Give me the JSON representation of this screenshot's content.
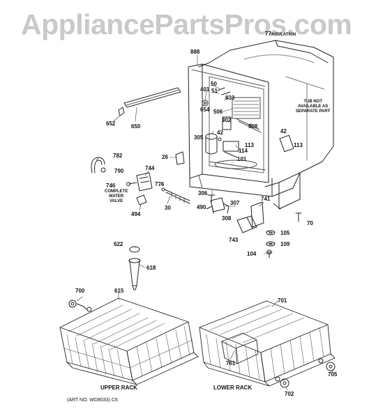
{
  "watermark": "AppliancePartsPros.com",
  "notes": {
    "insulation": "INSULATION",
    "tub": "TUB NOT\nAVAILABLE AS\nSEPARATE PART",
    "valve": "COMPLETE\nWATER\nVALVE"
  },
  "callouts": {
    "c888": "888",
    "c50": "50",
    "c51": "51",
    "c401": "401",
    "c833": "833",
    "c654": "654",
    "c506": "506",
    "c302": "302",
    "c508": "508",
    "c42a": "42",
    "c305": "305",
    "c42b": "42",
    "c113a": "113",
    "c113b": "113",
    "c114": "114",
    "c101": "101",
    "c26": "26",
    "c652": "652",
    "c650": "650",
    "c782": "782",
    "c790": "790",
    "c744": "744",
    "c746": "746",
    "c776": "776",
    "c494": "494",
    "c30": "30",
    "c306": "306",
    "c741": "741",
    "c307": "307",
    "c490": "490",
    "c308": "308",
    "c70": "70",
    "c743": "743",
    "c105": "105",
    "c109": "109",
    "c104": "104",
    "c622": "622",
    "c618": "618",
    "c700": "700",
    "c615": "615",
    "c701": "701",
    "c761": "761",
    "c705": "705",
    "c702": "702",
    "c77": "77"
  },
  "captions": {
    "upper": "UPPER RACK",
    "lower": "LOWER RACK",
    "art": "(ART NO. WD8033) C6"
  }
}
